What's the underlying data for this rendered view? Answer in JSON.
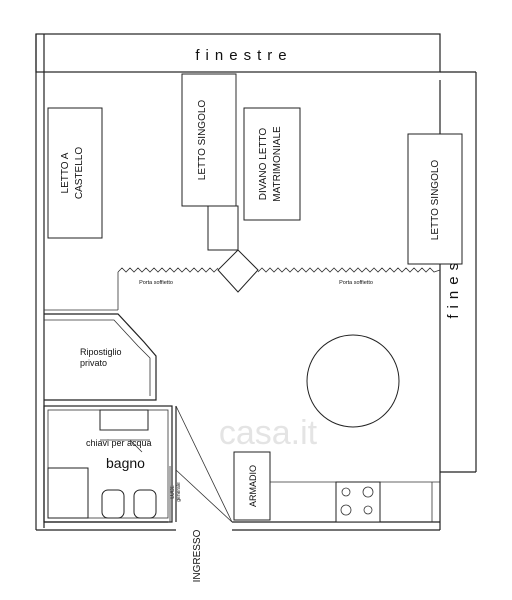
{
  "plan": {
    "windows_top": "finestre",
    "windows_right": "finestre",
    "rooms": {
      "bunk_bed": [
        "LETTO A",
        "CASTELLO"
      ],
      "single_bed_left": "LETTO SINGOLO",
      "sofa_bed": [
        "DIVANO LETTO",
        "MATRIMONIALE"
      ],
      "single_bed_right": "LETTO SINGOLO",
      "storage": [
        "Ripostiglio",
        "privato"
      ],
      "water_keys": "chiavi per acqua",
      "bathroom": "bagno",
      "wardrobe": "ARMADIO",
      "entrance": "INGRESSO",
      "main_light": [
        "LUCE",
        "generale"
      ]
    },
    "curtain_left": "Porta soffietto",
    "curtain_right": "Porta soffietto",
    "watermark": "casa.it"
  }
}
